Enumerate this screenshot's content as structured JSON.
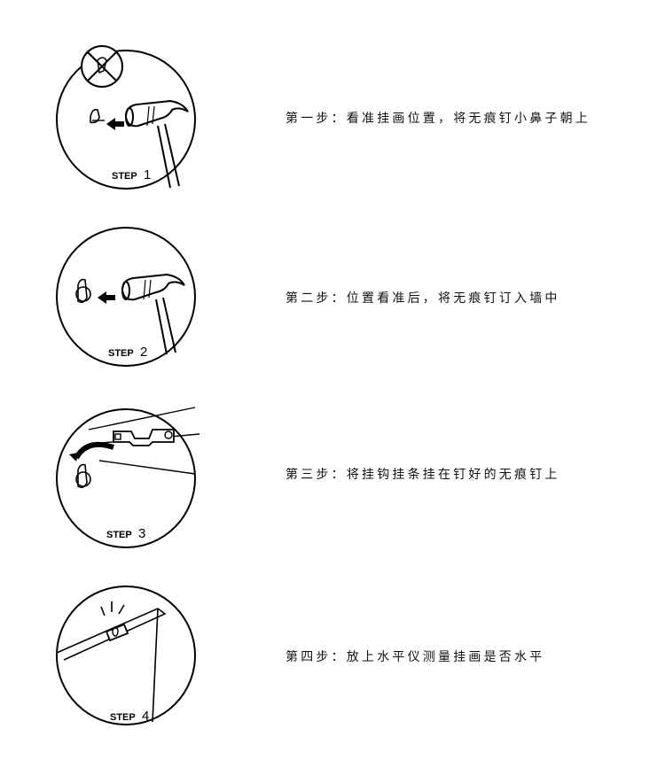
{
  "steps": [
    {
      "label": "STEP",
      "number": "1",
      "text": "第一步：看准挂画位置，将无痕钉小鼻子朝上",
      "icon": "hammer-nail-icon"
    },
    {
      "label": "STEP",
      "number": "2",
      "text": "第二步：位置看准后，将无痕钉订入墙中",
      "icon": "hammer-nail-icon"
    },
    {
      "label": "STEP",
      "number": "3",
      "text": "第三步：将挂钩挂条挂在钉好的无痕钉上",
      "icon": "hanging-bracket-icon"
    },
    {
      "label": "STEP",
      "number": "4",
      "text": "第四步：放上水平仪测量挂画是否水平",
      "icon": "level-icon"
    }
  ]
}
